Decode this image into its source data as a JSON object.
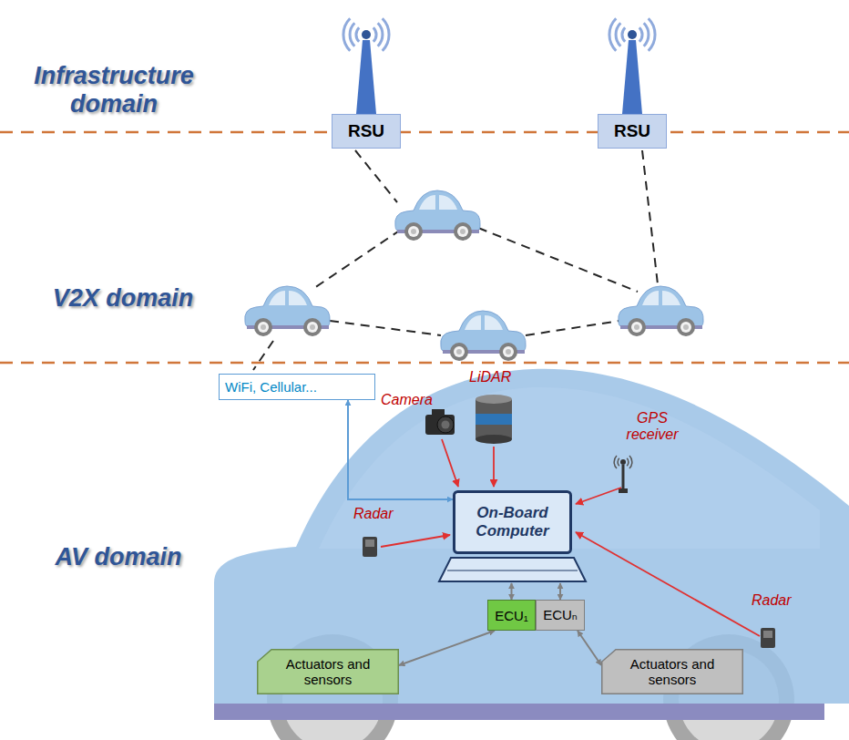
{
  "diagram": {
    "nodes": [
      {
        "text": [
          "RSU"
        ]
      },
      {
        "text": [
          "RSU"
        ]
      },
      {
        "text": [
          "WiFi, Cellular..."
        ]
      },
      {
        "text": [
          "On-Board Computer"
        ]
      },
      {
        "text": [
          "ECU₁"
        ]
      },
      {
        "text": [
          "ECUₙ"
        ]
      },
      {
        "text": [
          "Actuators and sensors"
        ]
      },
      {
        "text": [
          "Actuators and sensors"
        ]
      }
    ],
    "edges": [
      {
        "from": 2,
        "to": 3,
        "arrow": "both"
      },
      {
        "from": 4,
        "to": 3,
        "arrow": "both"
      },
      {
        "from": 5,
        "to": 3,
        "arrow": "both"
      },
      {
        "from": 4,
        "to": 6,
        "arrow": "both"
      },
      {
        "from": 5,
        "to": 7,
        "arrow": "both"
      }
    ],
    "labels": [
      "Infrastructure domain",
      "V2X domain",
      "Camera",
      "LiDAR",
      "GPS receiver",
      "AV domain",
      "Radar",
      "Radar"
    ]
  }
}
